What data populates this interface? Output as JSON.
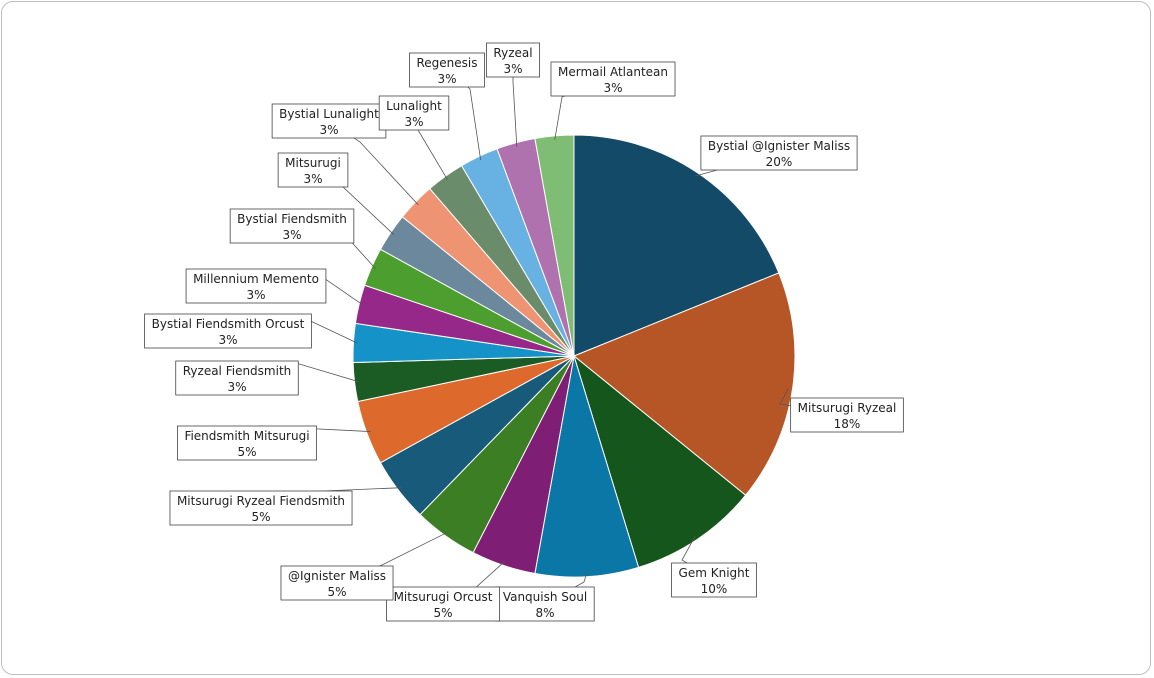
{
  "chart_data": {
    "type": "pie",
    "title": "",
    "start_angle_deg": 0,
    "direction": "clockwise",
    "slices": [
      {
        "label": "Bystial @Ignister Maliss",
        "value": 20,
        "pct_label": "20%",
        "color": "#124A68"
      },
      {
        "label": "Mitsurugi Ryzeal",
        "value": 18,
        "pct_label": "18%",
        "color": "#B65627"
      },
      {
        "label": "Gem Knight",
        "value": 10,
        "pct_label": "10%",
        "color": "#14561C"
      },
      {
        "label": "Vanquish Soul",
        "value": 8,
        "pct_label": "8%",
        "color": "#0A77A6"
      },
      {
        "label": "Mitsurugi Orcust",
        "value": 5,
        "pct_label": "5%",
        "color": "#7F1E75"
      },
      {
        "label": "@Ignister Maliss",
        "value": 5,
        "pct_label": "5%",
        "color": "#3C7E24"
      },
      {
        "label": "Mitsurugi Ryzeal Fiendsmith",
        "value": 5,
        "pct_label": "5%",
        "color": "#175A7A"
      },
      {
        "label": "Fiendsmith Mitsurugi",
        "value": 5,
        "pct_label": "5%",
        "color": "#DD6A2C"
      },
      {
        "label": "Ryzeal Fiendsmith",
        "value": 3,
        "pct_label": "3%",
        "color": "#1A5C24"
      },
      {
        "label": "Bystial Fiendsmith Orcust",
        "value": 3,
        "pct_label": "3%",
        "color": "#1593C8"
      },
      {
        "label": "Millennium Memento",
        "value": 3,
        "pct_label": "3%",
        "color": "#96288A"
      },
      {
        "label": "Bystial Fiendsmith",
        "value": 3,
        "pct_label": "3%",
        "color": "#4C9E2E"
      },
      {
        "label": "Mitsurugi",
        "value": 3,
        "pct_label": "3%",
        "color": "#6B889C"
      },
      {
        "label": "Bystial Lunalight",
        "value": 3,
        "pct_label": "3%",
        "color": "#EF9473"
      },
      {
        "label": "Lunalight",
        "value": 3,
        "pct_label": "3%",
        "color": "#6B8C6A"
      },
      {
        "label": "Regenesis",
        "value": 3,
        "pct_label": "3%",
        "color": "#68B2E3"
      },
      {
        "label": "Ryzeal",
        "value": 3,
        "pct_label": "3%",
        "color": "#B072AE"
      },
      {
        "label": "Mermail Atlantean",
        "value": 3,
        "pct_label": "3%",
        "color": "#7FBC74"
      }
    ]
  }
}
